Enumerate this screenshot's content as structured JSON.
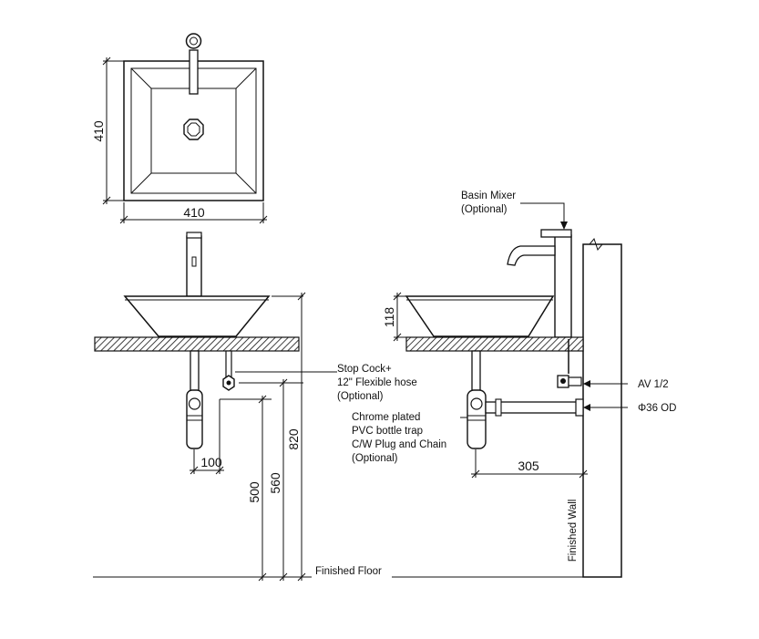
{
  "top_view": {
    "width_dim": "410",
    "depth_dim": "410"
  },
  "front_view": {
    "dim_100": "100",
    "dim_500": "500",
    "dim_560": "560",
    "dim_820": "820",
    "label_stop_cock": [
      "Stop Cock+",
      "12\" Flexible hose",
      "(Optional)"
    ],
    "label_floor": "Finished Floor"
  },
  "side_view": {
    "dim_118": "118",
    "dim_305": "305",
    "label_mixer": [
      "Basin Mixer",
      "(Optional)"
    ],
    "label_trap": [
      "Chrome plated",
      "PVC bottle trap",
      "C/W Plug and Chain",
      "(Optional)"
    ],
    "label_av": "AV 1/2",
    "label_od": "Φ36 OD",
    "label_wall": "Finished Wall"
  }
}
